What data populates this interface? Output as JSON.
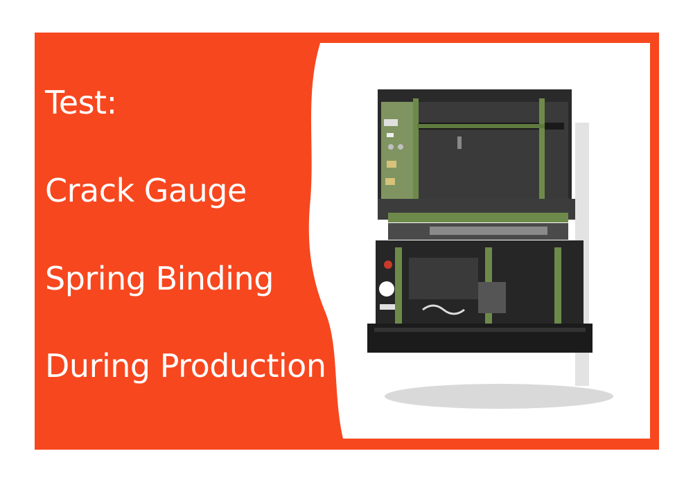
{
  "panel": {
    "lines": [
      "Test:",
      "Crack Gauge",
      "Spring Binding",
      "During Production"
    ]
  },
  "colors": {
    "accent": "#f7471f",
    "text": "#ffffff",
    "machine_green": "#6e8a4a",
    "machine_dark": "#1f1f1f"
  },
  "image": {
    "subject": "spring-testing-machine-photo"
  }
}
